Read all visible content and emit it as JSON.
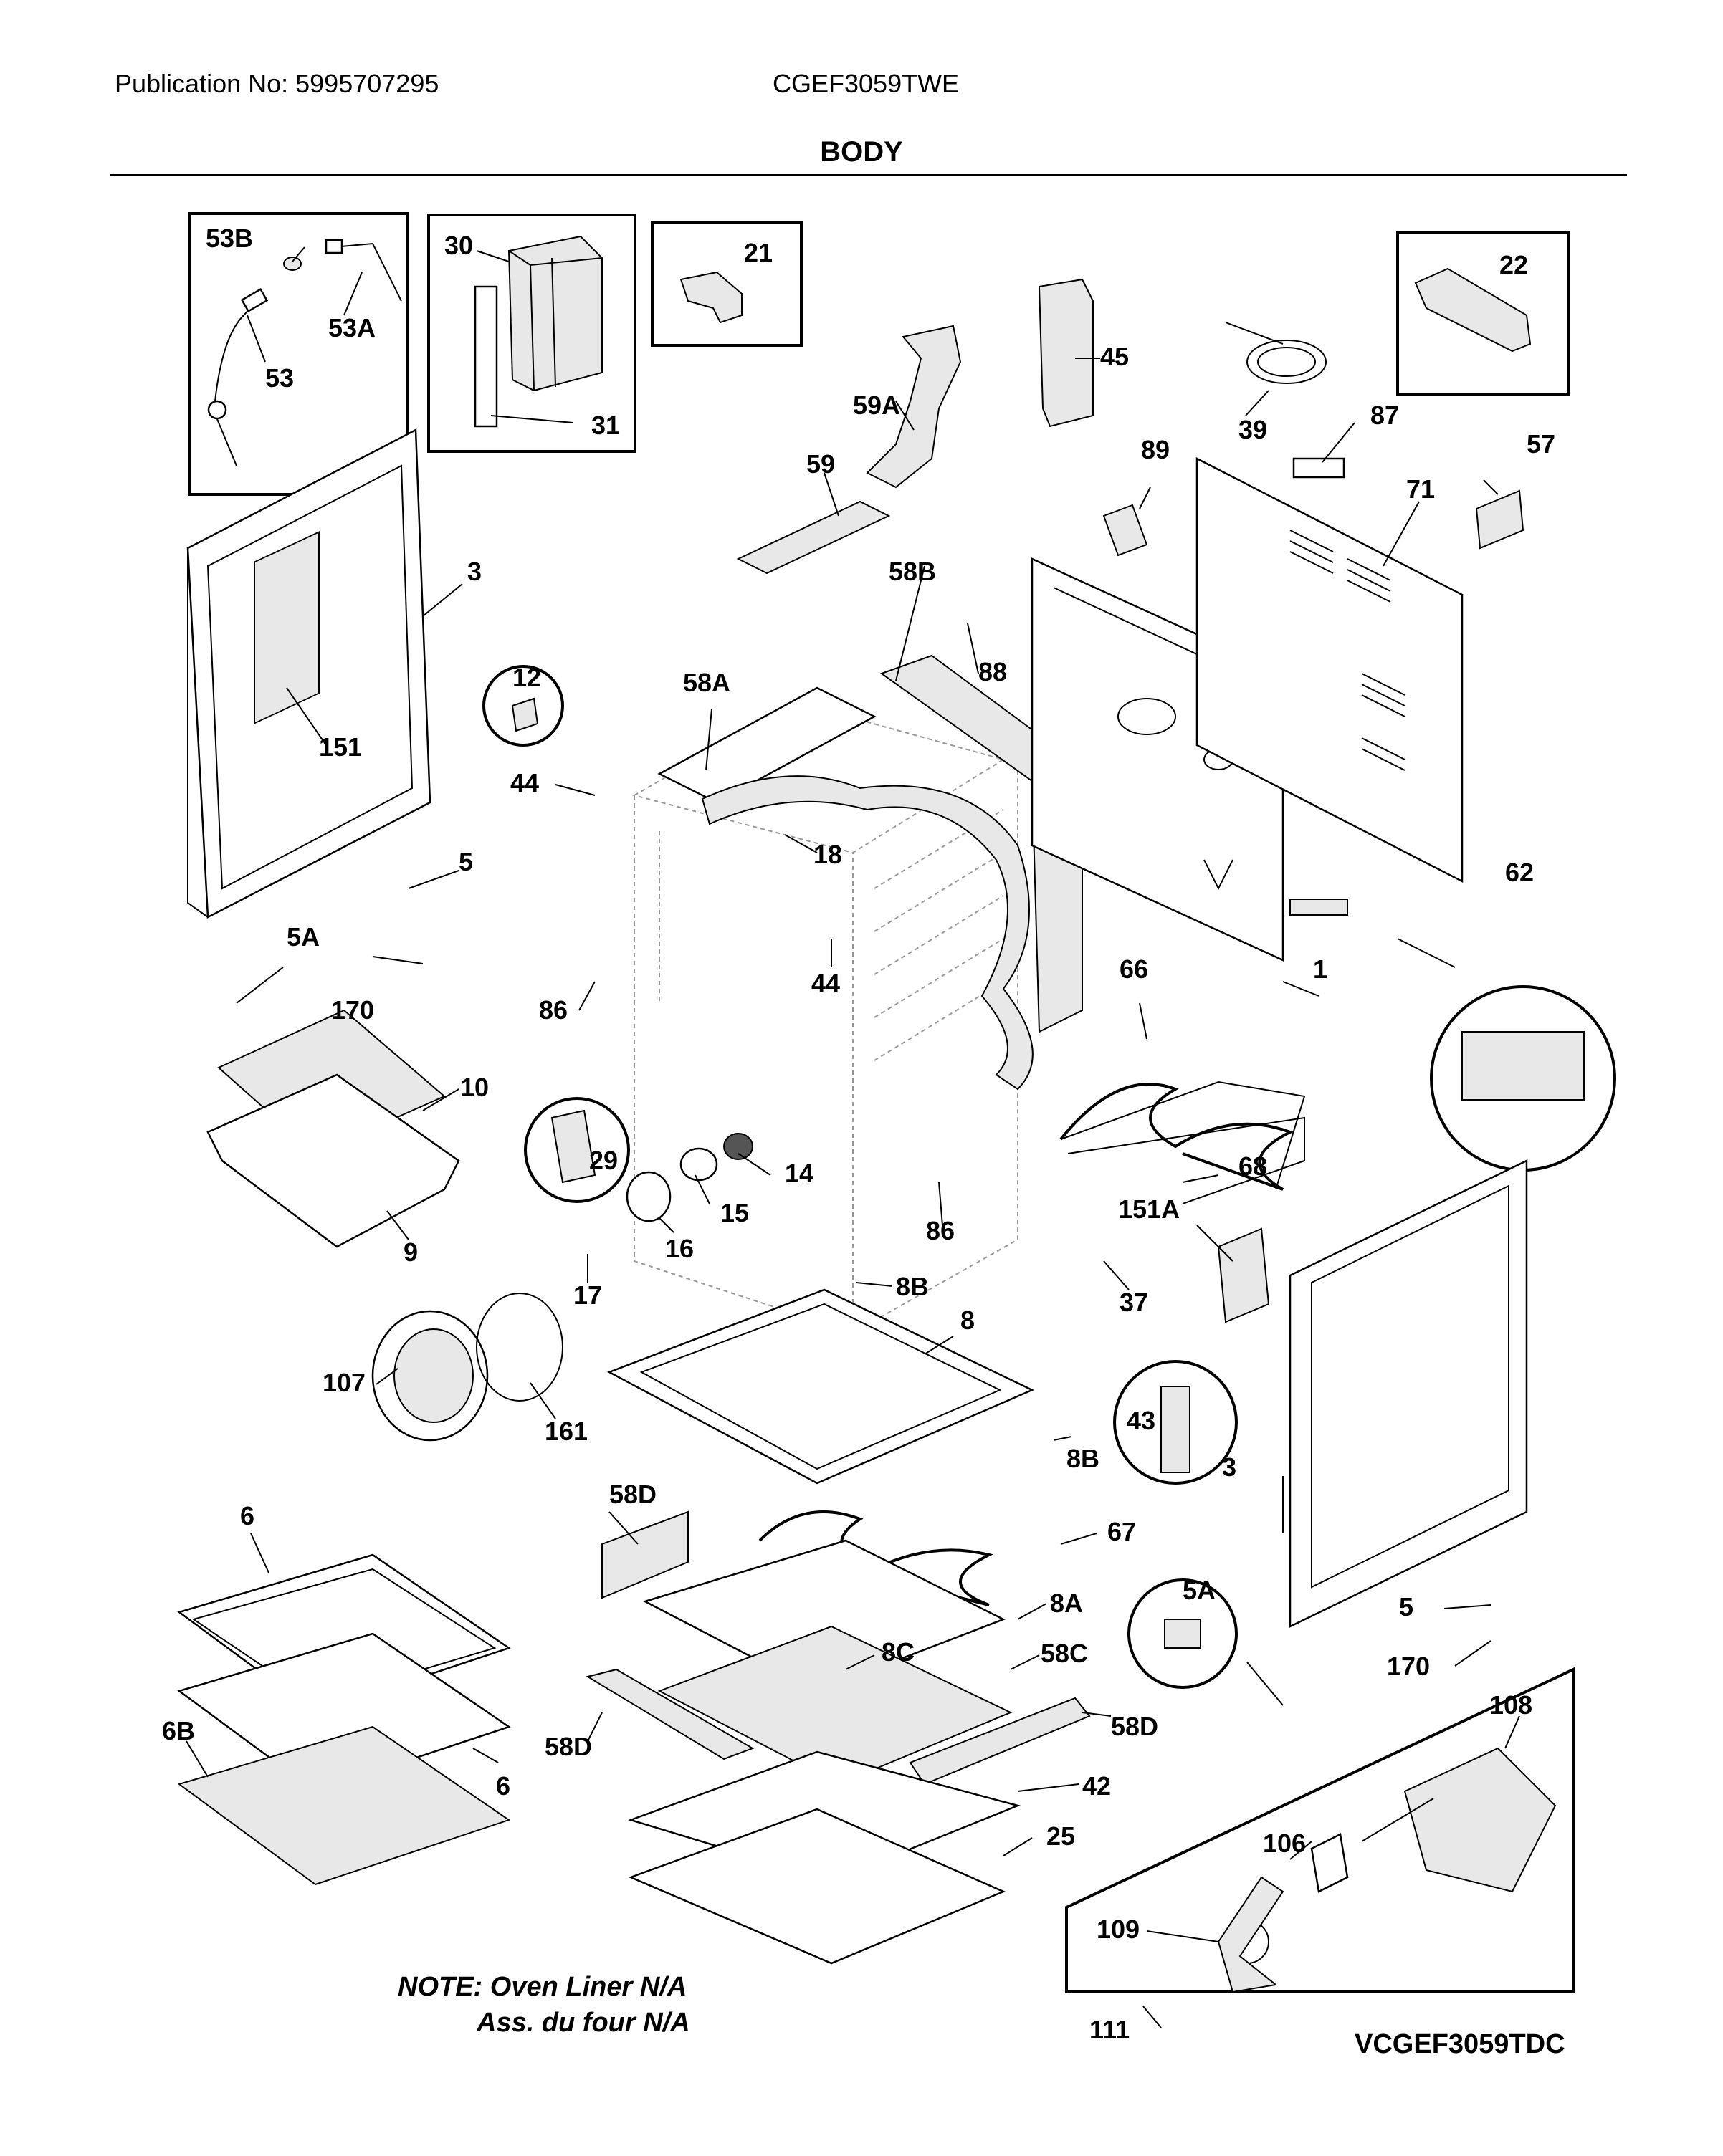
{
  "header": {
    "publication": "Publication No: 5995707295",
    "model": "CGEF3059TWE",
    "section": "BODY"
  },
  "note": {
    "line1": "NOTE: Oven Liner N/A",
    "line2": "Ass. du four N/A"
  },
  "diagram_code": "VCGEF3059TDC",
  "callouts": {
    "p53B": "53B",
    "p53A": "53A",
    "p53": "53",
    "p30": "30",
    "p31": "31",
    "p21": "21",
    "p22": "22",
    "p45": "45",
    "p59A": "59A",
    "p59": "59",
    "p39": "39",
    "p87": "87",
    "p57": "57",
    "p89": "89",
    "p71": "71",
    "p3a": "3",
    "p151": "151",
    "p12": "12",
    "p58B": "58B",
    "p88": "88",
    "p58A": "58A",
    "p44a": "44",
    "p18": "18",
    "p5a": "5",
    "p5Aa": "5A",
    "p170a": "170",
    "p86a": "86",
    "p44b": "44",
    "p62": "62",
    "p1": "1",
    "p66": "66",
    "p10": "10",
    "p29": "29",
    "p14": "14",
    "p15": "15",
    "p68": "68",
    "p9": "9",
    "p16": "16",
    "p86b": "86",
    "p151A": "151A",
    "p17": "17",
    "p8Ba": "8B",
    "p37": "37",
    "p8": "8",
    "p107": "107",
    "p161": "161",
    "p43": "43",
    "p8Bb": "8B",
    "p3b": "3",
    "p58Da": "58D",
    "p6a": "6",
    "p67": "67",
    "p5Ab": "5A",
    "p8A": "8A",
    "p5b": "5",
    "p8C": "8C",
    "p58C": "58C",
    "p170b": "170",
    "p108": "108",
    "p58Db": "58D",
    "p58Dc": "58D",
    "p6B": "6B",
    "p6b": "6",
    "p42": "42",
    "p106": "106",
    "p25": "25",
    "p109": "109",
    "p111": "111"
  }
}
